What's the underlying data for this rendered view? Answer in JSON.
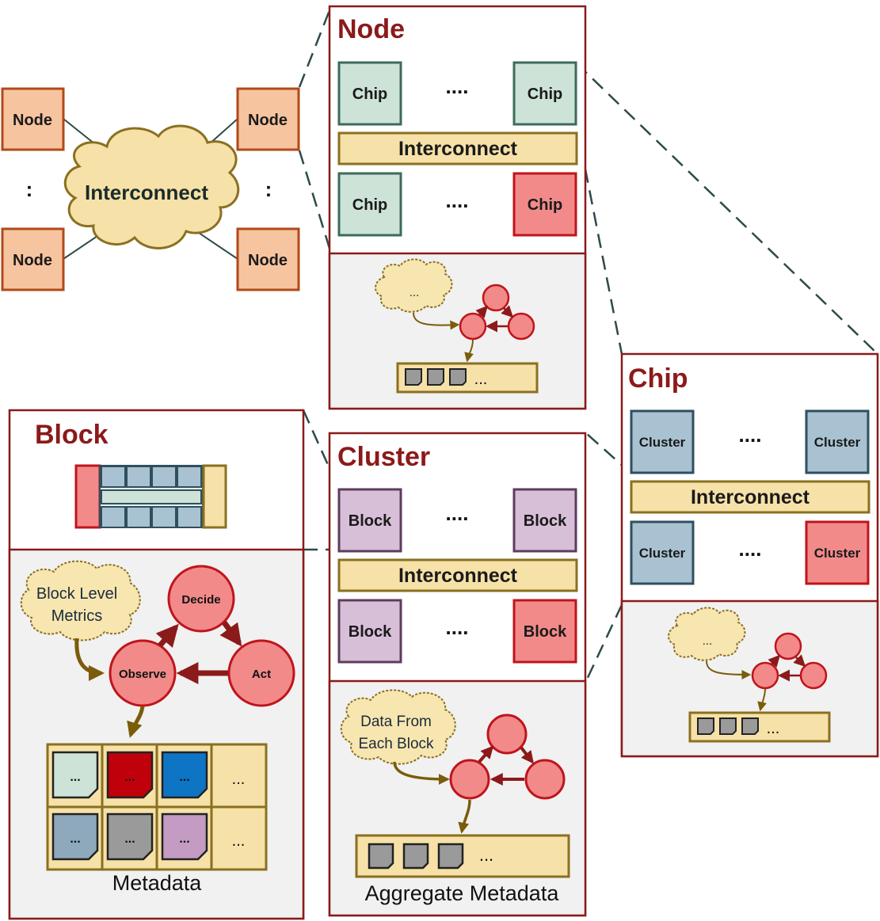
{
  "labels": {
    "node": "Node",
    "chip": "Chip",
    "cluster": "Cluster",
    "block": "Block",
    "interconnect": "Interconnect",
    "ellipsis_h": "....",
    "ellipsis_v": ":",
    "small_ellipsis": "...",
    "observe": "Observe",
    "decide": "Decide",
    "act": "Act"
  },
  "titles": {
    "node_panel": "Node",
    "chip_panel": "Chip",
    "cluster_panel": "Cluster",
    "block_panel": "Block"
  },
  "clouds": {
    "system": "Interconnect",
    "block_line1": "Block Level",
    "block_line2": "Metrics",
    "cluster_line1": "Data From",
    "cluster_line2": "Each Block",
    "generic": "..."
  },
  "captions": {
    "metadata": "Metadata",
    "aggregate_metadata": "Aggregate Metadata"
  },
  "colors": {
    "title_red": "#8b1a1a",
    "node_fill": "#f7c4a0",
    "node_stroke": "#b04a18",
    "chip_fill": "#cde3d8",
    "chip_stroke": "#3c6b5a",
    "cluster_fill": "#a9c2d2",
    "cluster_stroke": "#2f4f5f",
    "block_fill": "#d8bfd8",
    "block_stroke": "#5e3c5e",
    "highlight_fill": "#f28a8a",
    "highlight_stroke": "#c0141c",
    "interconnect_fill": "#f6e1a8",
    "interconnect_stroke": "#8a7020",
    "panel_bottom": "#f1f1f1",
    "panel_border": "#8b1a1a",
    "loop_circle": "#f28a8a"
  }
}
